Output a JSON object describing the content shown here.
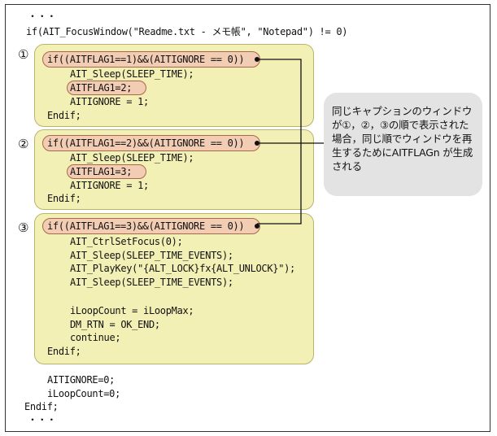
{
  "code": {
    "ellipsis_top": "・・・",
    "if_line": "if(AIT_FocusWindow(\"Readme.txt - メモ帳\", \"Notepad\") != 0)",
    "block1": {
      "marker": "①",
      "condition": "if((AITFLAG1==1)&&(AITIGNORE == 0))",
      "sleep": "AIT_Sleep(SLEEP_TIME);",
      "flag_set": "AITFLAG1=2;",
      "ignore": "AITIGNORE = 1;",
      "endif": "Endif;"
    },
    "block2": {
      "marker": "②",
      "condition": "if((AITFLAG1==2)&&(AITIGNORE == 0))",
      "sleep": "AIT_Sleep(SLEEP_TIME);",
      "flag_set": "AITFLAG1=3;",
      "ignore": "AITIGNORE = 1;",
      "endif": "Endif;"
    },
    "block3": {
      "marker": "③",
      "condition": "if((AITFLAG1==3)&&(AITIGNORE == 0))",
      "focus": "AIT_CtrlSetFocus(0);",
      "sleep1": "AIT_Sleep(SLEEP_TIME_EVENTS);",
      "playkey": "AIT_PlayKey(\"{ALT_LOCK}fx{ALT_UNLOCK}\");",
      "sleep2": "AIT_Sleep(SLEEP_TIME_EVENTS);",
      "loopcount": "iLoopCount = iLoopMax;",
      "rtn": "DM_RTN = OK_END;",
      "continue": "continue;",
      "endif": "Endif;"
    },
    "ignore_reset": "AITIGNORE=0;",
    "loop_reset": "iLoopCount=0;",
    "endif_outer": "Endif;",
    "ellipsis_bottom": "・・・"
  },
  "callout": {
    "text": "同じキャプションのウィンドウが①，②，③の順で表示された場合，同じ順でウィンドウを再生するためにAITFLAGn が生成される"
  },
  "colors": {
    "block_fill": "#f3f0b6",
    "pill_fill": "#f2cdb4",
    "callout_fill": "#e3e3e3"
  }
}
